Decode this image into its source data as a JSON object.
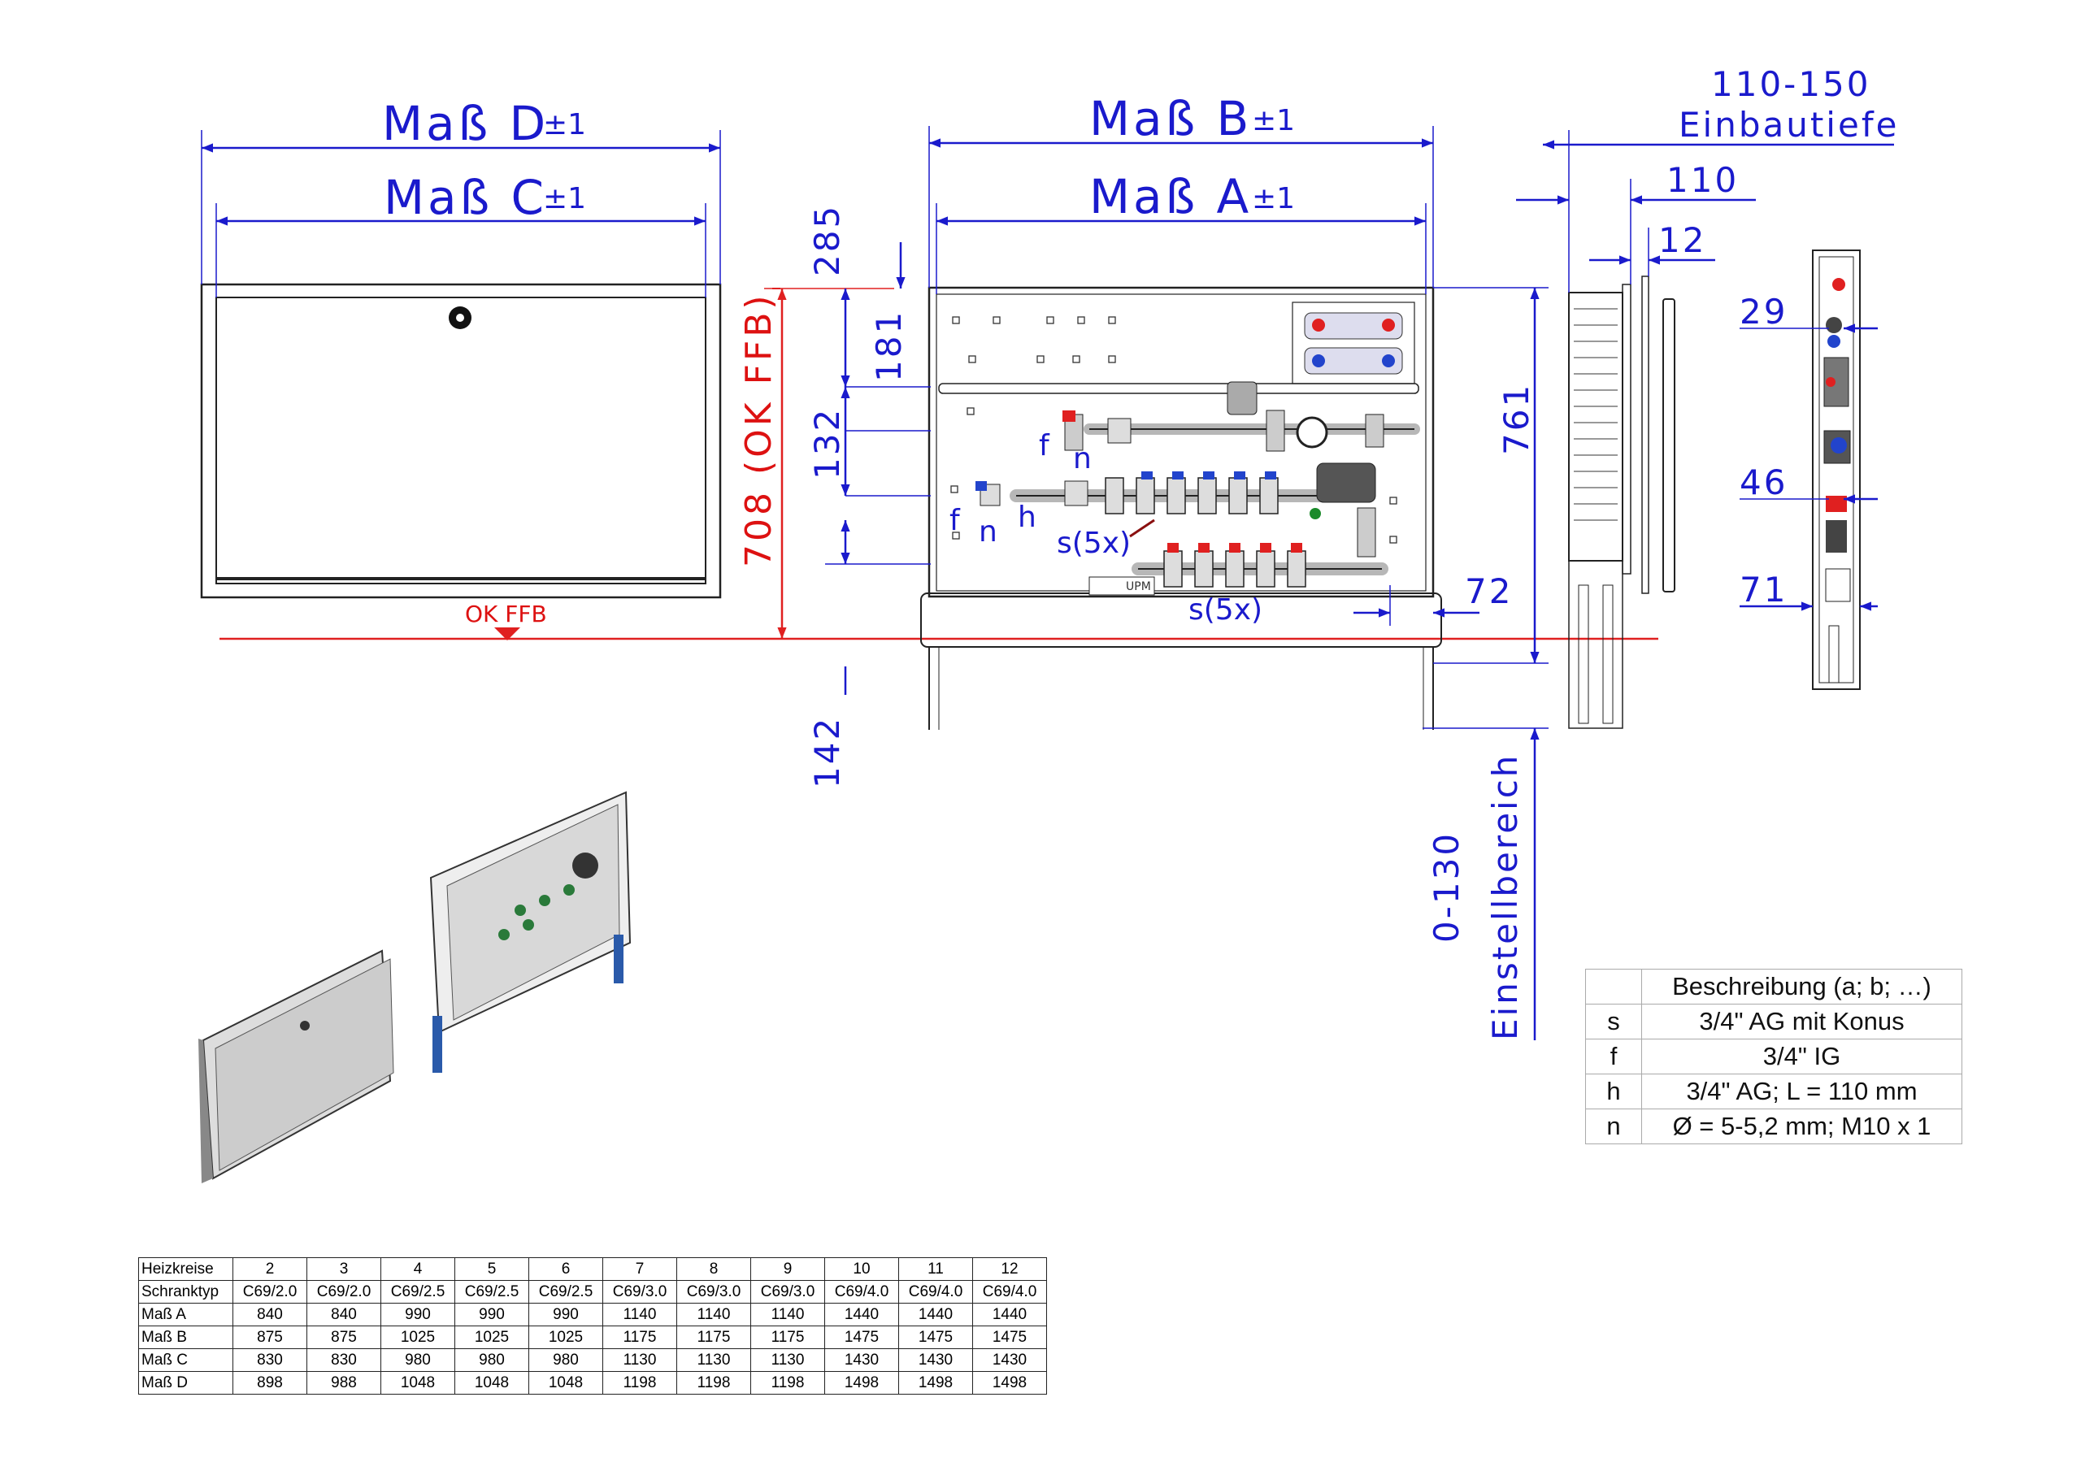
{
  "dimensions": {
    "mass_d": "Maß D",
    "mass_c": "Maß C",
    "mass_b": "Maß B",
    "mass_a": "Maß A",
    "tolerance": "±1",
    "v285": "285",
    "v181": "181",
    "v132": "132",
    "v142": "142",
    "v708": "708 (OK FFB)",
    "v761": "761",
    "v72": "72",
    "v110_150": "110-150",
    "einbautiefe": "Einbautiefe",
    "v110": "110",
    "v12": "12",
    "v29": "29",
    "v46": "46",
    "v71": "71",
    "einstell_range": "0-130",
    "einstell_label": "Einstellbereich",
    "ok_ffb": "OK FFB"
  },
  "labels": {
    "f": "f",
    "n": "n",
    "h": "h",
    "s5x": "s(5x)",
    "upm": "UPM"
  },
  "legend": {
    "header": "Beschreibung (a; b; …)",
    "rows": [
      {
        "key": "s",
        "value": "3/4\" AG mit Konus"
      },
      {
        "key": "f",
        "value": "3/4\" IG"
      },
      {
        "key": "h",
        "value": "3/4\" AG; L = 110 mm"
      },
      {
        "key": "n",
        "value": "Ø = 5-5,2 mm; M10 x 1"
      }
    ]
  },
  "table": {
    "rows": [
      {
        "label": "Heizkreise",
        "values": [
          "2",
          "3",
          "4",
          "5",
          "6",
          "7",
          "8",
          "9",
          "10",
          "11",
          "12"
        ]
      },
      {
        "label": "Schranktyp",
        "values": [
          "C69/2.0",
          "C69/2.0",
          "C69/2.5",
          "C69/2.5",
          "C69/2.5",
          "C69/3.0",
          "C69/3.0",
          "C69/3.0",
          "C69/4.0",
          "C69/4.0",
          "C69/4.0"
        ]
      },
      {
        "label": "Maß A",
        "values": [
          "840",
          "840",
          "990",
          "990",
          "990",
          "1140",
          "1140",
          "1140",
          "1440",
          "1440",
          "1440"
        ]
      },
      {
        "label": "Maß B",
        "values": [
          "875",
          "875",
          "1025",
          "1025",
          "1025",
          "1175",
          "1175",
          "1175",
          "1475",
          "1475",
          "1475"
        ]
      },
      {
        "label": "Maß C",
        "values": [
          "830",
          "830",
          "980",
          "980",
          "980",
          "1130",
          "1130",
          "1130",
          "1430",
          "1430",
          "1430"
        ]
      },
      {
        "label": "Maß D",
        "values": [
          "898",
          "988",
          "1048",
          "1048",
          "1048",
          "1198",
          "1198",
          "1198",
          "1498",
          "1498",
          "1498"
        ]
      }
    ]
  },
  "colors": {
    "dimension": "#1a1acc",
    "reference": "#e02020"
  }
}
